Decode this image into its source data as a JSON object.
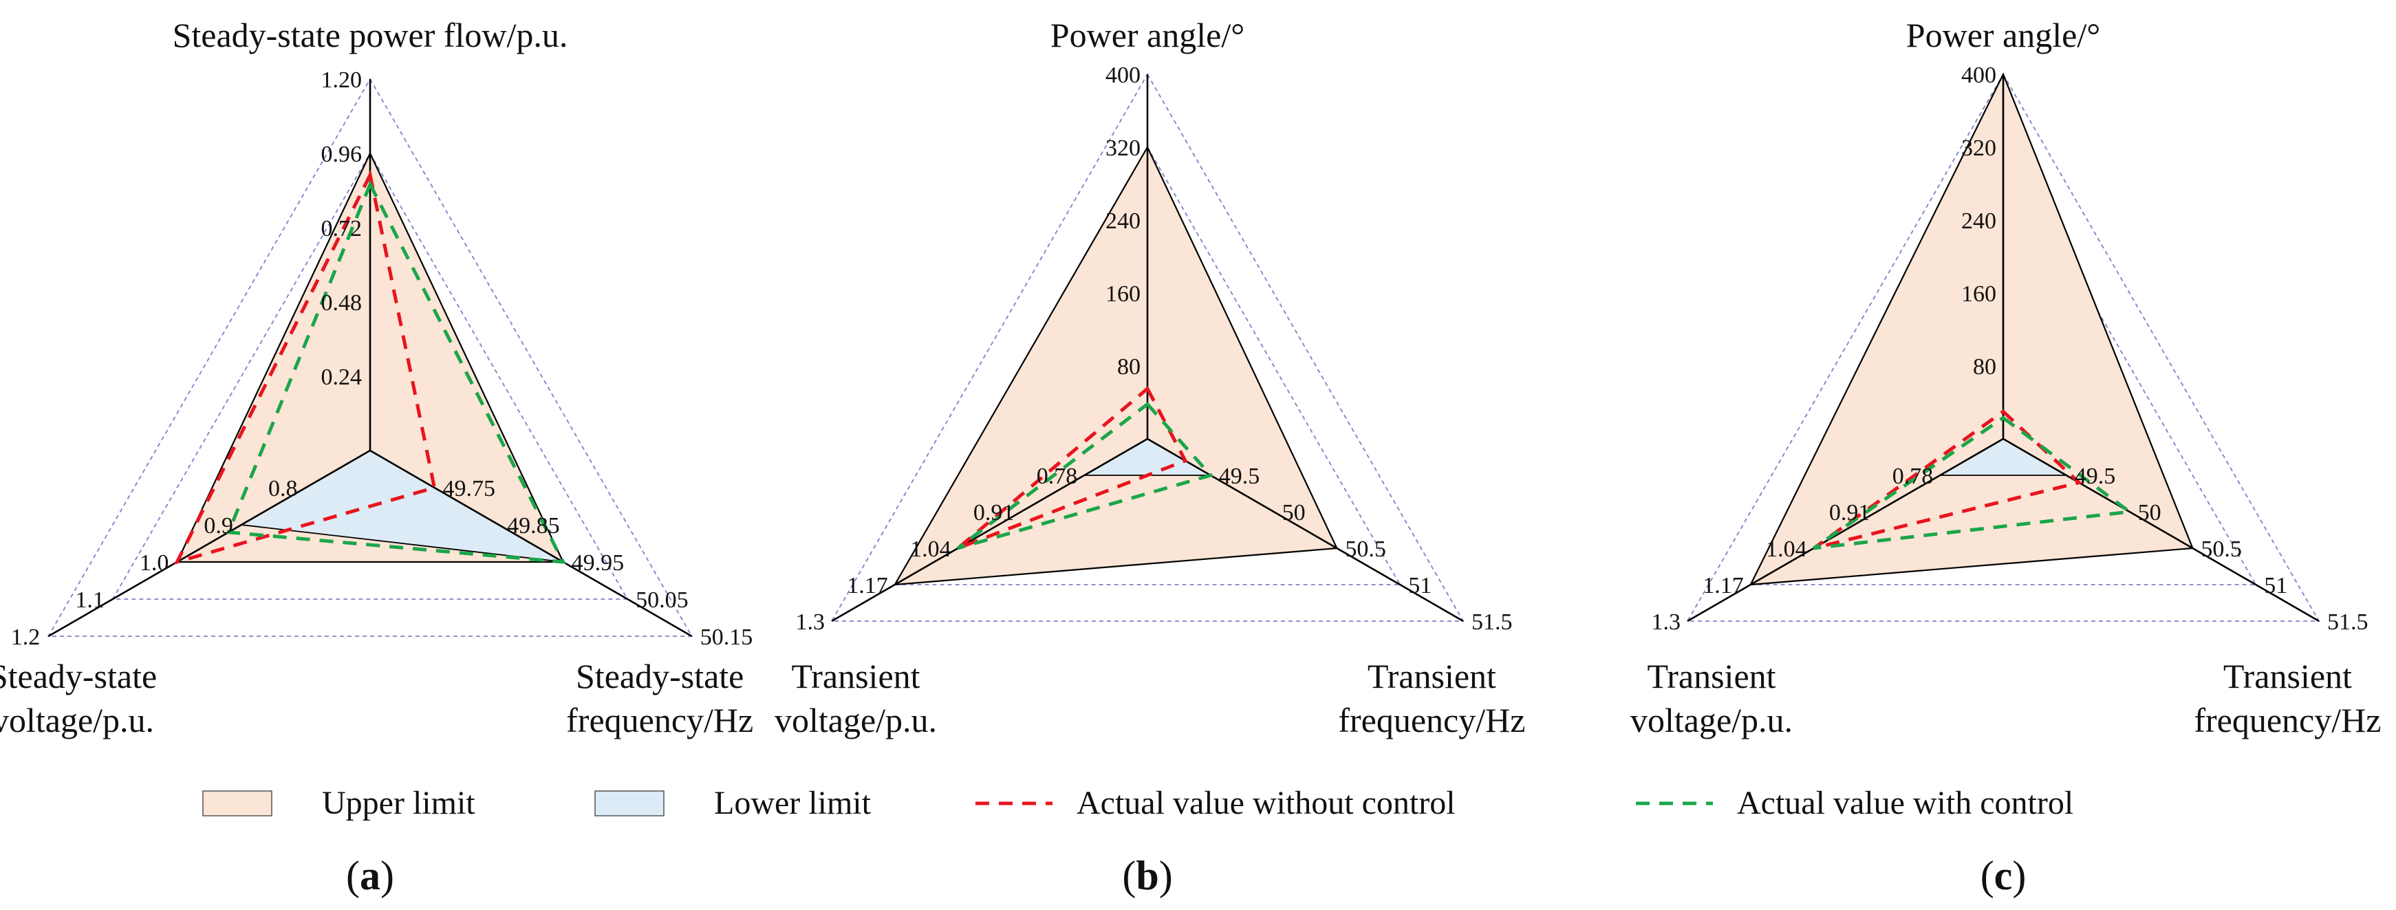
{
  "colors": {
    "upper_fill": "#fbe5d6",
    "lower_fill": "#dcebf5",
    "without_control": "#e8141e",
    "with_control": "#1aa64a",
    "grid": "#8080c8",
    "axis": "#000000"
  },
  "legend": {
    "upper": "Upper limit",
    "lower": "Lower limit",
    "without": "Actual value without control",
    "with": "Actual value with control"
  },
  "chart_data": [
    {
      "type": "radar",
      "panel_label": "a",
      "axes": [
        {
          "label": [
            "Steady-state power flow/p.u."
          ],
          "ticks": [
            "0.24",
            "0.48",
            "0.72",
            "0.96",
            "1.20"
          ],
          "min": 0,
          "max": 1.2,
          "lower": 0,
          "upper": 0.96,
          "without": 0.89,
          "with": 0.86
        },
        {
          "label": [
            "Steady-state",
            "frequency/Hz"
          ],
          "ticks": [
            "49.75",
            "49.85",
            "49.95",
            "50.05",
            "50.15"
          ],
          "min": 49.65,
          "max": 50.15,
          "lower": 49.95,
          "upper": 49.95,
          "without": 49.75,
          "with": 49.95
        },
        {
          "label": [
            "Steady-state",
            "voltage/p.u."
          ],
          "ticks": [
            "0.8",
            "0.9",
            "1.0",
            "1.1",
            "1.2"
          ],
          "min": 0.7,
          "max": 1.2,
          "lower": 0.9,
          "upper": 1.0,
          "without": 1.0,
          "with": 0.92
        }
      ]
    },
    {
      "type": "radar",
      "panel_label": "b",
      "axes": [
        {
          "label": [
            "Power angle/°"
          ],
          "ticks": [
            "80",
            "160",
            "240",
            "320",
            "400"
          ],
          "min": 0,
          "max": 400,
          "lower": 0,
          "upper": 320,
          "without": 55,
          "with": 38
        },
        {
          "label": [
            "Transient",
            "frequency/Hz"
          ],
          "ticks": [
            "49.5",
            "50",
            "50.5",
            "51",
            "51.5"
          ],
          "min": 49,
          "max": 51.5,
          "lower": 49.5,
          "upper": 50.5,
          "without": 49.3,
          "with": 49.5
        },
        {
          "label": [
            "Transient",
            "voltage/p.u."
          ],
          "ticks": [
            "0.78",
            "0.91",
            "1.04",
            "1.17",
            "1.3"
          ],
          "min": 0.65,
          "max": 1.3,
          "lower": 0.78,
          "upper": 1.17,
          "without": 1.04,
          "with": 1.04
        }
      ]
    },
    {
      "type": "radar",
      "panel_label": "c",
      "axes": [
        {
          "label": [
            "Power angle/°"
          ],
          "ticks": [
            "80",
            "160",
            "240",
            "320",
            "400"
          ],
          "min": 0,
          "max": 400,
          "lower": 0,
          "upper": 400,
          "without": 30,
          "with": 23
        },
        {
          "label": [
            "Transient",
            "frequency/Hz"
          ],
          "ticks": [
            "49.5",
            "50",
            "50.5",
            "51",
            "51.5"
          ],
          "min": 49,
          "max": 51.5,
          "lower": 49.5,
          "upper": 50.5,
          "without": 49.6,
          "with": 50.0
        },
        {
          "label": [
            "Transient",
            "voltage/p.u."
          ],
          "ticks": [
            "0.78",
            "0.91",
            "1.04",
            "1.17",
            "1.3"
          ],
          "min": 0.65,
          "max": 1.3,
          "lower": 0.78,
          "upper": 1.17,
          "without": 1.04,
          "with": 1.04
        }
      ]
    }
  ]
}
